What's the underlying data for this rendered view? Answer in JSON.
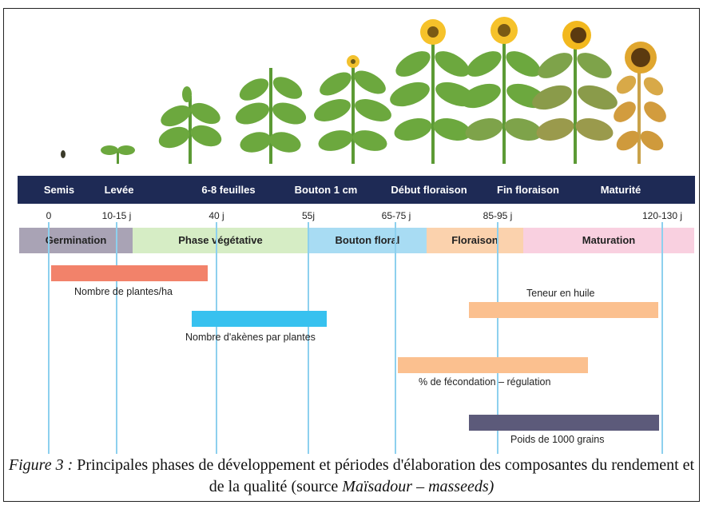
{
  "stages": [
    "Semis",
    "Levée",
    "6-8 feuilles",
    "Bouton 1 cm",
    "Début floraison",
    "Fin floraison",
    "Maturité"
  ],
  "ticks": [
    "0",
    "10-15 j",
    "40 j",
    "55j",
    "65-75 j",
    "85-95 j",
    "120-130 j"
  ],
  "phases": [
    {
      "label": "Germination",
      "color": "#a9a3b5"
    },
    {
      "label": "Phase végétative",
      "color": "#d6edc5"
    },
    {
      "label": "Bouton floral",
      "color": "#a8dcf3"
    },
    {
      "label": "Floraison",
      "color": "#fbd2ad"
    },
    {
      "label": "Maturation",
      "color": "#f9d0e0"
    }
  ],
  "components": [
    {
      "label": "Nombre de plantes/ha",
      "color": "#f2826a"
    },
    {
      "label": "Nombre d'akènes par plantes",
      "color": "#37c1ef"
    },
    {
      "label": "Teneur en huile",
      "color": "#fbc08f"
    },
    {
      "label": "% de fécondation – régulation",
      "color": "#fbc08f"
    },
    {
      "label": "Poids de 1000 grains",
      "color": "#5c5a7a"
    }
  ],
  "caption": {
    "prefix": "Figure 3 :",
    "text": " Principales phases de développement et périodes d'élaboration des composantes du rendement et de la qualité (source ",
    "source": "Maïsadour – masseeds)"
  },
  "colors": {
    "stage_bar": "#1e2a55",
    "guide_line": "#8dd0ee"
  }
}
